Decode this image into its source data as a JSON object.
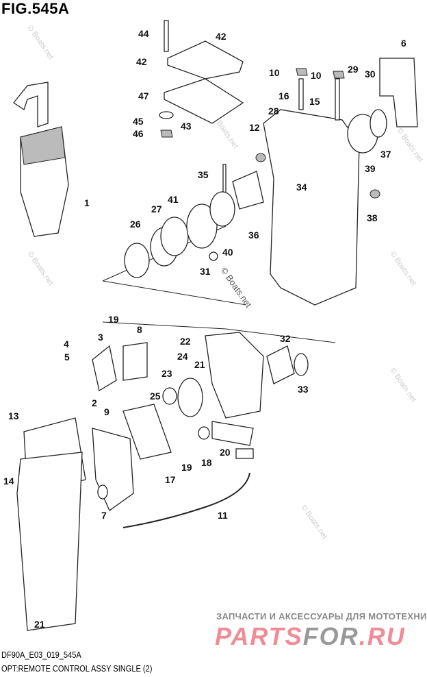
{
  "figure_title": "FIG.545A",
  "labels": [
    "44",
    "42",
    "42",
    "47",
    "45",
    "43",
    "46",
    "10",
    "10",
    "29",
    "30",
    "6",
    "16",
    "15",
    "28",
    "12",
    "37",
    "39",
    "35",
    "34",
    "1",
    "41",
    "27",
    "26",
    "40",
    "36",
    "38",
    "31",
    "19",
    "8",
    "3",
    "4",
    "5",
    "22",
    "32",
    "24",
    "21",
    "23",
    "9",
    "33",
    "2",
    "25",
    "13",
    "14",
    "20",
    "19",
    "18",
    "17",
    "7",
    "11",
    "21"
  ],
  "watermark": "© Boats.net",
  "footer": {
    "code": "DF90A_E03_019_545A",
    "description": "OPT:REMOTE CONTROL ASSY SINGLE (2)"
  },
  "shop": {
    "tagline": "ЗАПЧАСТИ И АКСЕССУАРЫ ДЛЯ МОТОТЕХНИКИ",
    "logo_part1": "PARTS",
    "logo_part2": "FOR",
    "logo_part3": ".RU"
  }
}
